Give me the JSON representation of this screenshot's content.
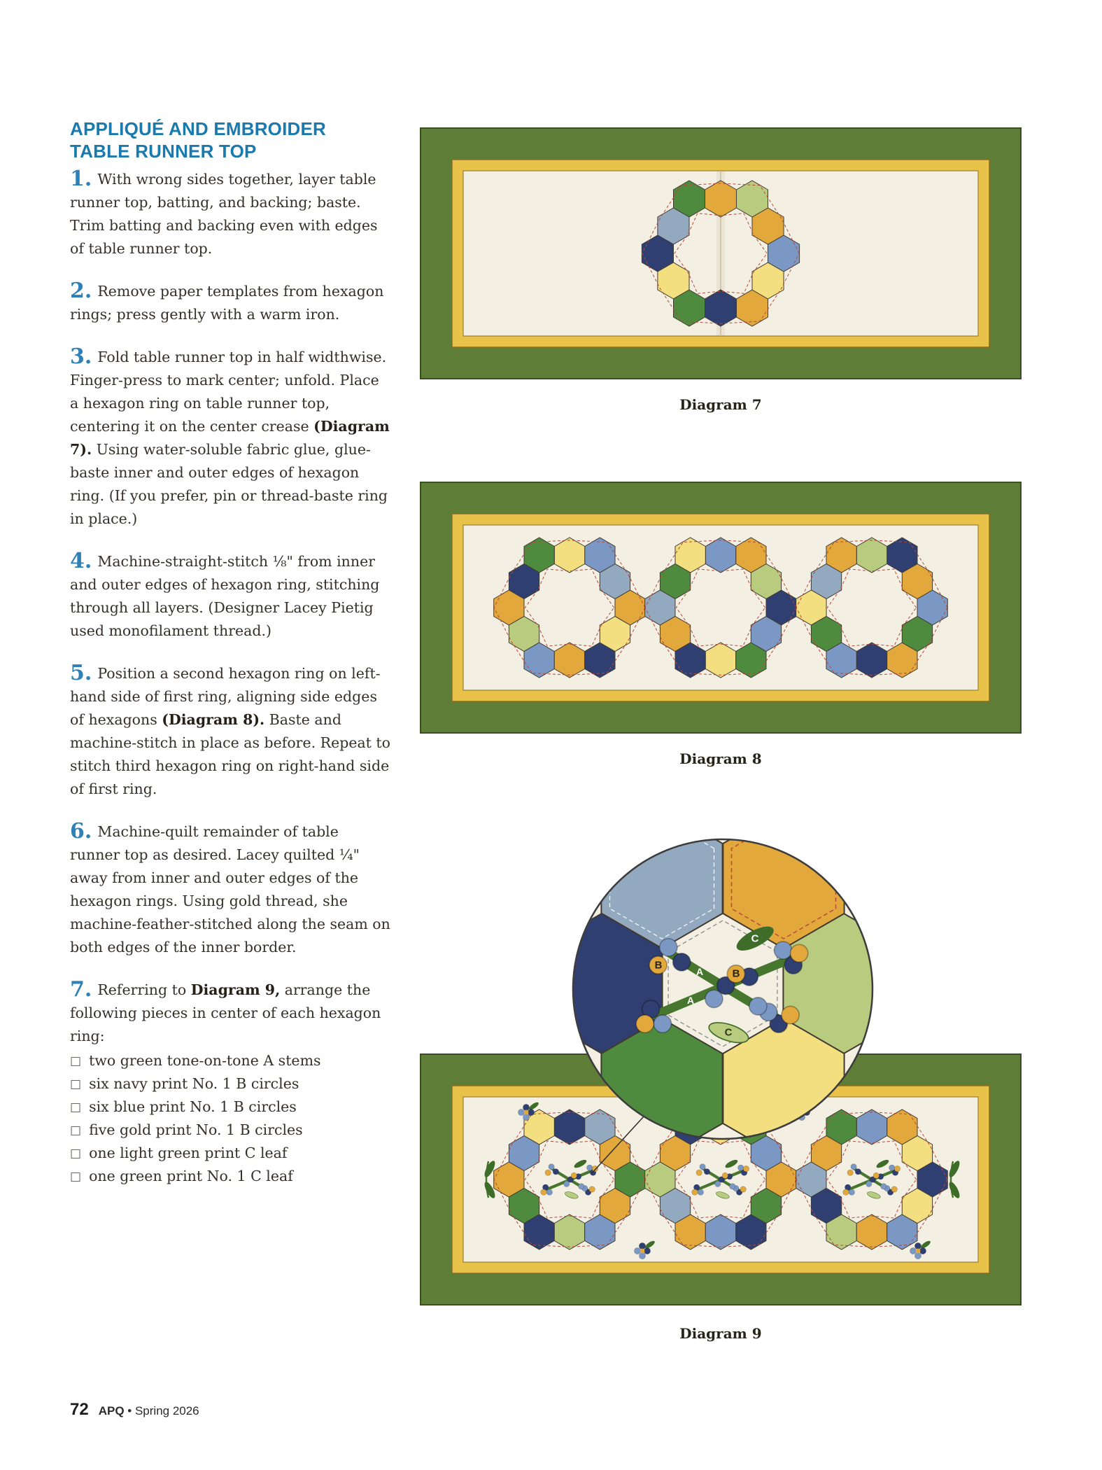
{
  "heading": {
    "line1": "APPLIQUÉ AND EMBROIDER",
    "line2": "TABLE RUNNER TOP"
  },
  "steps": [
    {
      "num": "1.",
      "parts": [
        {
          "t": "With wrong sides together, layer table runner top, batting, and backing; baste. Trim batting and backing even with edges of table runner top."
        }
      ]
    },
    {
      "num": "2.",
      "parts": [
        {
          "t": "Remove paper templates from hexagon rings; press gently with a warm iron."
        }
      ]
    },
    {
      "num": "3.",
      "parts": [
        {
          "t": "Fold table runner top in half widthwise. Finger-press to mark center; unfold. Place a hexagon ring on table runner top, centering it on the center crease "
        },
        {
          "t": "(Diagram 7).",
          "b": true
        },
        {
          "t": " Using water-soluble fabric glue, glue-baste inner and outer edges of hexagon ring. (If you prefer, pin or thread-baste ring in place.)"
        }
      ]
    },
    {
      "num": "4.",
      "parts": [
        {
          "t": "Machine-straight-stitch ⅛\" from inner and outer edges of hexagon ring, stitching through all layers. (Designer Lacey Pietig used monofilament thread.)"
        }
      ]
    },
    {
      "num": "5.",
      "parts": [
        {
          "t": "Position a second hexagon ring on left-hand side of first ring, aligning side edges of hexagons "
        },
        {
          "t": "(Diagram 8).",
          "b": true
        },
        {
          "t": " Baste and machine-stitch in place as before. Repeat to stitch third hexagon ring on right-hand side of first ring."
        }
      ]
    },
    {
      "num": "6.",
      "parts": [
        {
          "t": "Machine-quilt remainder of table runner top as desired. Lacey quilted ¼\" away from inner and outer edges of the hexagon rings. Using gold thread, she machine-feather-stitched along the seam on both edges of the inner border."
        }
      ]
    },
    {
      "num": "7.",
      "parts": [
        {
          "t": "Referring to "
        },
        {
          "t": "Diagram 9,",
          "b": true
        },
        {
          "t": " arrange the following pieces in center of each hexagon ring:"
        }
      ],
      "checklist": [
        "two green tone-on-tone A stems",
        "six navy print No. 1 B circles",
        "six blue print No. 1 B circles",
        "five gold print No. 1 B circles",
        "one light green print C leaf",
        "one green print No. 1 C leaf"
      ]
    }
  ],
  "glyphs": {
    "checkbox": "□"
  },
  "diagrams": {
    "d7": {
      "caption": "Diagram 7"
    },
    "d8": {
      "caption": "Diagram 8"
    },
    "d9": {
      "caption": "Diagram 9"
    },
    "callout_labels": [
      "B",
      "C",
      "A",
      "A",
      "B",
      "C"
    ]
  },
  "footer": {
    "page": "72",
    "brand": "APQ",
    "issue": "• Spring 2026"
  },
  "colors": {
    "heading_blue": "#1a79ad",
    "step_number_blue": "#2e81b6",
    "body_text": "#36302a",
    "border_green": "#5e7d36",
    "border_green_dark": "#3a4e1f",
    "gold_border": "#e9c349",
    "gold_outline": "#8a6c20",
    "cream": "#f4efe3",
    "navy": "#303f72",
    "blue": "#7b98c5",
    "slate": "#93a9c0",
    "gold": "#e2a83c",
    "pale_yellow": "#f3df7f",
    "green": "#4f8b3f",
    "light_green": "#b9cb7f",
    "leaf_green": "#3e6d2a",
    "stem_green": "#47762e",
    "outline": "#403a30",
    "stitch_red": "#b8483a",
    "crease_line": "#c9bb9e"
  },
  "rings": {
    "d7": [
      "blue",
      "gold",
      "light_green",
      "gold",
      "green",
      "slate",
      "navy",
      "pale_yellow",
      "green",
      "navy",
      "gold",
      "pale_yellow"
    ],
    "d8": [
      [
        "gold",
        "slate",
        "blue",
        "pale_yellow",
        "green",
        "navy",
        "gold",
        "light_green",
        "blue",
        "gold",
        "navy",
        "pale_yellow"
      ],
      [
        "navy",
        "light_green",
        "gold",
        "blue",
        "pale_yellow",
        "green",
        "slate",
        "gold",
        "navy",
        "pale_yellow",
        "green",
        "blue"
      ],
      [
        "blue",
        "gold",
        "navy",
        "light_green",
        "gold",
        "slate",
        "pale_yellow",
        "green",
        "blue",
        "navy",
        "gold",
        "green"
      ]
    ],
    "d9": [
      [
        "green",
        "gold",
        "slate",
        "navy",
        "pale_yellow",
        "blue",
        "gold",
        "green",
        "navy",
        "light_green",
        "blue",
        "gold"
      ],
      [
        "gold",
        "blue",
        "green",
        "pale_yellow",
        "navy",
        "gold",
        "light_green",
        "slate",
        "gold",
        "blue",
        "navy",
        "green"
      ],
      [
        "navy",
        "pale_yellow",
        "gold",
        "blue",
        "green",
        "gold",
        "slate",
        "navy",
        "light_green",
        "gold",
        "blue",
        "pale_yellow"
      ]
    ]
  }
}
